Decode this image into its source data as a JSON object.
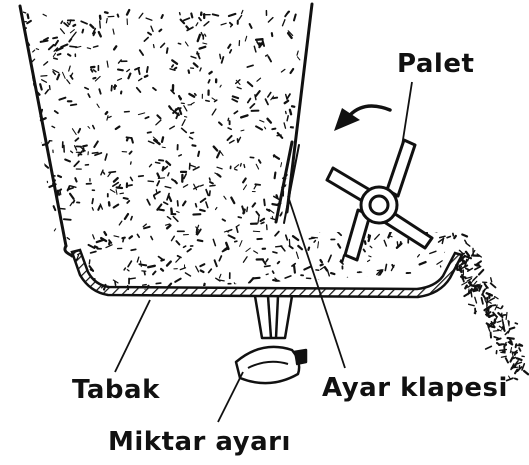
{
  "labels": {
    "palet": "Palet",
    "tabak": "Tabak",
    "ayar_klapesi": "Ayar klapesi",
    "miktar_ayari": "Miktar ayarı"
  },
  "colors": {
    "ink": "#111111",
    "background": "#ffffff"
  }
}
